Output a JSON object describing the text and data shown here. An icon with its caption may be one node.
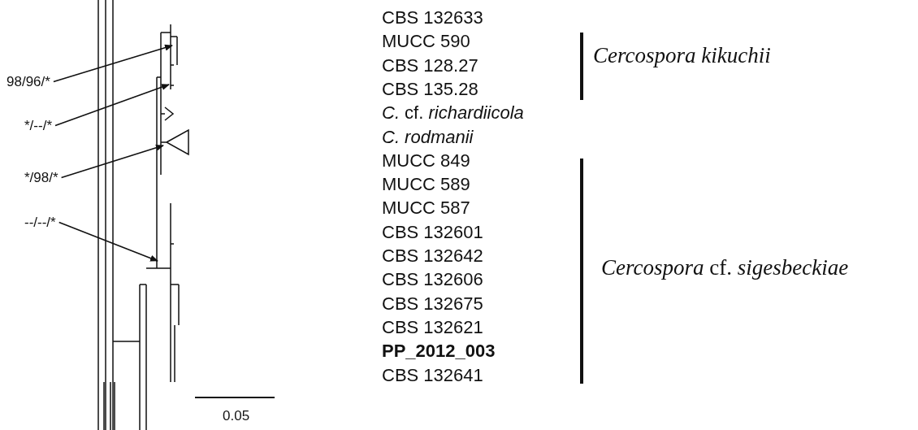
{
  "diagram": {
    "nodes": [
      {
        "text": [
          "98/96/*"
        ]
      },
      {
        "text": [
          "*/--/*"
        ]
      },
      {
        "text": [
          "*/98/*"
        ]
      },
      {
        "text": [
          "--/--/*"
        ]
      }
    ],
    "edges": [
      {
        "from": 0,
        "to": null,
        "arrow": "to"
      },
      {
        "from": 1,
        "to": null,
        "arrow": "to"
      },
      {
        "from": 2,
        "to": null,
        "arrow": "to"
      },
      {
        "from": 3,
        "to": null,
        "arrow": "to"
      }
    ],
    "labels": [
      "CBS 132633",
      "MUCC 590",
      "CBS 128.27",
      "CBS 135.28",
      "*C.* cf. *richardiicola*",
      "C. rodmanii",
      "MUCC 849",
      "MUCC 589",
      "MUCC 587",
      "CBS 132601",
      "CBS 132642",
      "CBS 132606",
      "CBS 132675",
      "CBS 132621",
      "PP_2012_003",
      "CBS 132641",
      "Cercospora kikuchii",
      "*Cercospora* cf. *sigesbeckiae*",
      "0.05"
    ]
  }
}
